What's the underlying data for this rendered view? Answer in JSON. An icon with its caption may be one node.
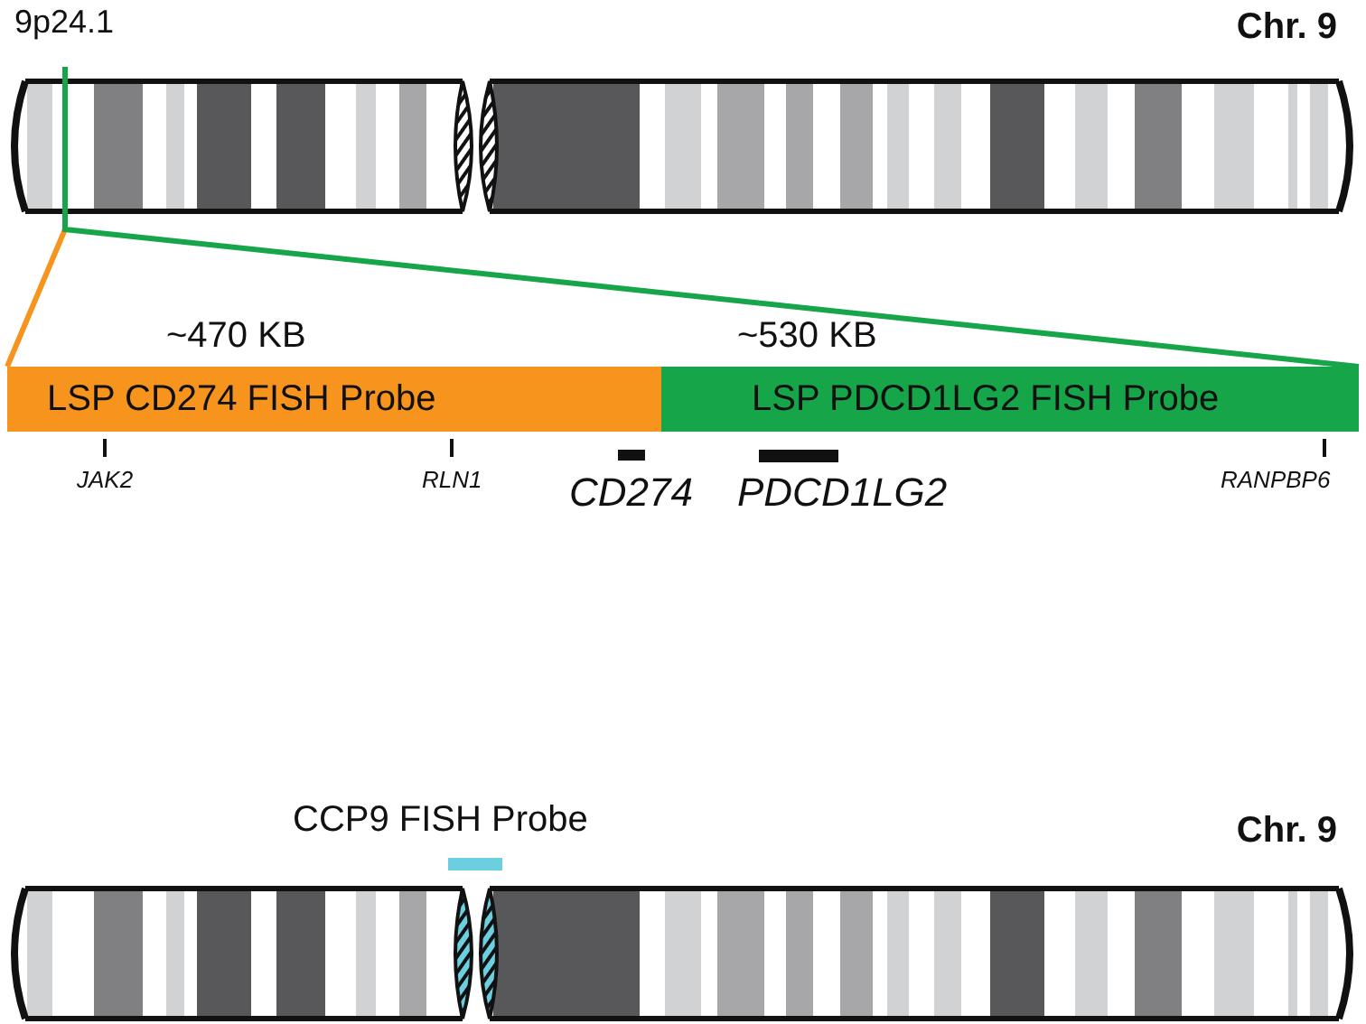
{
  "diagram": {
    "nodes": [
      {
        "text": [
          "LSP CD274 FISH Probe"
        ],
        "beside": [
          "~470 KB"
        ]
      },
      {
        "text": [
          "LSP PDCD1LG2 FISH Probe"
        ],
        "beside": [
          "~530 KB"
        ]
      },
      {
        "text": [
          "9p24.1"
        ]
      }
    ],
    "edges": [
      {
        "from": 2,
        "to": 0,
        "arrow": "none",
        "color": "#f7941d"
      },
      {
        "from": 2,
        "to": 1,
        "arrow": "none",
        "color": "#17a54a"
      }
    ],
    "labels": [
      "Chr. 9",
      "JAK2",
      "RLN1",
      "CD274",
      "PDCD1LG2",
      "RANPBP6",
      "CCP9 FISH Probe",
      "Chr. 9"
    ]
  }
}
